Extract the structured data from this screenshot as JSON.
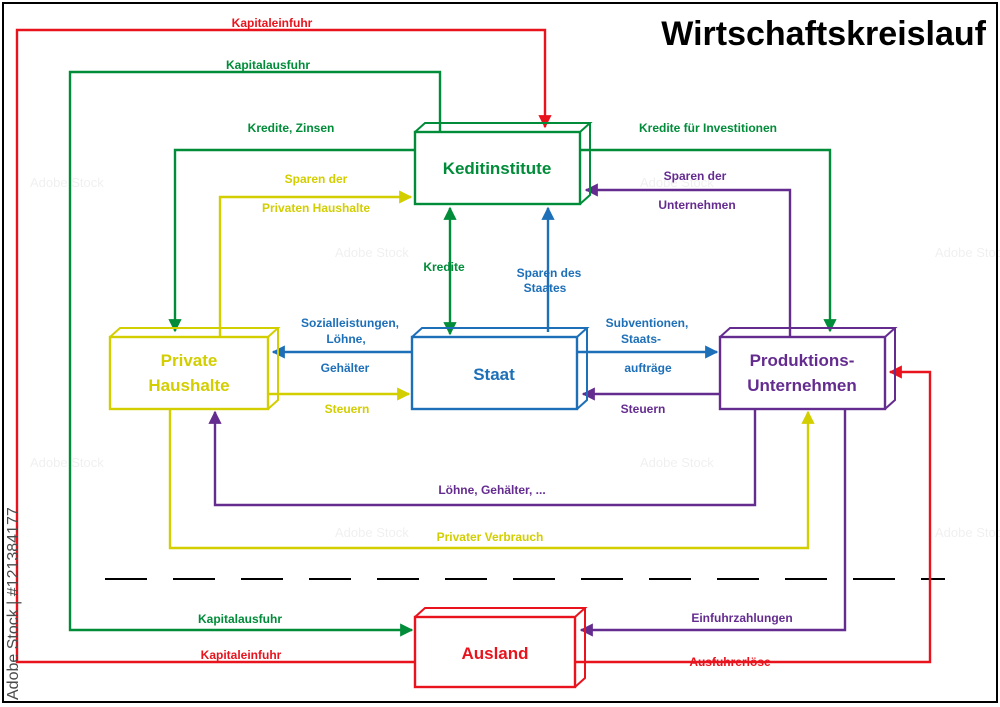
{
  "title": "Wirtschaftskreislauf",
  "watermark": {
    "side_text": "Adobe Stock | #121384177",
    "tile_text": "Adobe Stock"
  },
  "colors": {
    "red": "#e8131d",
    "green": "#008c39",
    "yellow": "#d2ce00",
    "blue": "#1d6fb8",
    "purple": "#652c90",
    "black": "#000000"
  },
  "boxes": {
    "kreditinstitute": {
      "lines": [
        "Keditinstitute"
      ],
      "color": "green"
    },
    "private_haushalte": {
      "lines": [
        "Private",
        "Haushalte"
      ],
      "color": "yellow"
    },
    "staat": {
      "lines": [
        "Staat"
      ],
      "color": "blue"
    },
    "produktions_unternehmen": {
      "lines": [
        "Produktions-",
        "Unternehmen"
      ],
      "color": "purple"
    },
    "ausland": {
      "lines": [
        "Ausland"
      ],
      "color": "red"
    }
  },
  "flows": [
    {
      "from": "ausland",
      "to": "kreditinstitute",
      "color": "red",
      "label": "Kapitaleinfuhr"
    },
    {
      "from": "kreditinstitute",
      "to": "ausland",
      "color": "green",
      "label": "Kapitalausfuhr"
    },
    {
      "from": "kreditinstitute",
      "to": "private_haushalte",
      "color": "green",
      "label": "Kredite, Zinsen"
    },
    {
      "from": "private_haushalte",
      "to": "kreditinstitute",
      "color": "yellow",
      "lines": [
        "Sparen der",
        "Privaten Haushalte"
      ]
    },
    {
      "from": "kreditinstitute",
      "to": "produktions_unternehmen",
      "color": "green",
      "label": "Kredite für Investitionen"
    },
    {
      "from": "produktions_unternehmen",
      "to": "kreditinstitute",
      "color": "purple",
      "lines": [
        "Sparen der",
        "Unternehmen"
      ]
    },
    {
      "from": "kreditinstitute",
      "to": "staat",
      "color": "green",
      "label": "Kredite",
      "bidirectional": true
    },
    {
      "from": "staat",
      "to": "kreditinstitute",
      "color": "blue",
      "lines": [
        "Sparen des",
        "Staates"
      ]
    },
    {
      "from": "staat",
      "to": "private_haushalte",
      "color": "blue",
      "lines": [
        "Sozialleistungen,",
        "Löhne,",
        "Gehälter"
      ]
    },
    {
      "from": "private_haushalte",
      "to": "staat",
      "color": "yellow",
      "label": "Steuern"
    },
    {
      "from": "staat",
      "to": "produktions_unternehmen",
      "color": "blue",
      "lines": [
        "Subventionen,",
        "Staats-",
        "aufträge"
      ]
    },
    {
      "from": "produktions_unternehmen",
      "to": "staat",
      "color": "purple",
      "label": "Steuern"
    },
    {
      "from": "produktions_unternehmen",
      "to": "private_haushalte",
      "color": "purple",
      "label": "Löhne, Gehälter, ..."
    },
    {
      "from": "private_haushalte",
      "to": "produktions_unternehmen",
      "color": "yellow",
      "label": "Privater Verbrauch"
    },
    {
      "from": "produktions_unternehmen",
      "to": "ausland",
      "color": "purple",
      "label": "Einfuhrzahlungen"
    },
    {
      "from": "ausland",
      "to": "produktions_unternehmen",
      "color": "red",
      "label": "Ausfuhrerlöse"
    }
  ]
}
